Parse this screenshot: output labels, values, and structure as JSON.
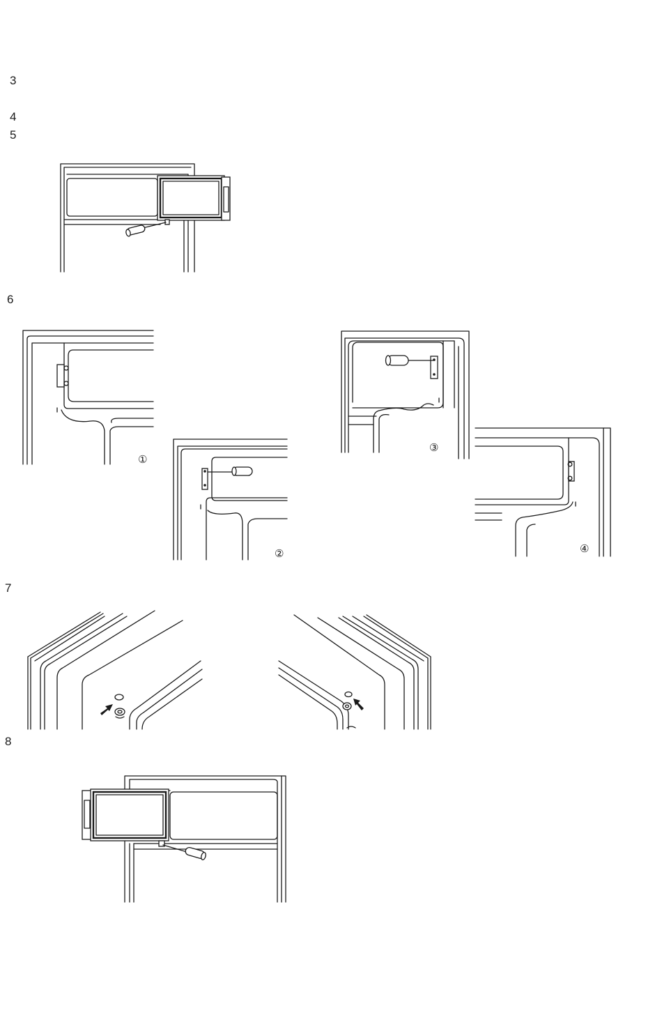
{
  "steps": {
    "s3": "3",
    "s4": "4",
    "s5": "5",
    "s6": "6",
    "s7": "7",
    "s8": "8"
  },
  "figure6_labels": {
    "l1": "①",
    "l2": "②",
    "l3": "③",
    "l4": "④"
  },
  "icons": {
    "screwdriver": "screwdriver-icon",
    "arrow": "arrow-icon"
  }
}
